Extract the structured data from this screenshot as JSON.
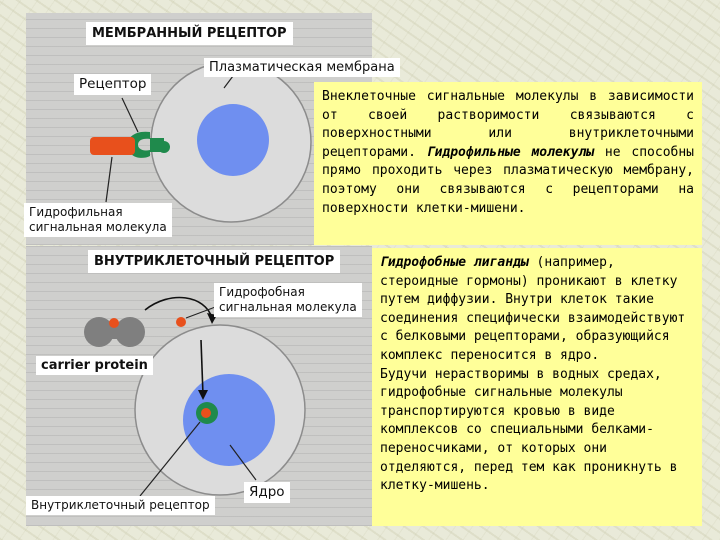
{
  "colors": {
    "background": "#e9ead9",
    "panel": "#cfcfcd",
    "textbox": "#ffff99",
    "cell": "#dcdcdc",
    "nucleus": "#6f8ff0",
    "ligand": "#e8501c",
    "receptor": "#1f8a4c"
  },
  "top": {
    "title": "МЕМБРАННЫЙ РЕЦЕПТОР",
    "membrane_label": "Плазматическая мембрана",
    "receptor_label": "Рецептор",
    "ligand_label_1": "Гидрофильная",
    "ligand_label_2": "сигнальная молекула",
    "text": {
      "part1": "Внеклеточные сигнальные молекулы в зависимости от своей растворимости связываются с поверхностными или внутриклеточными рецепторами. ",
      "emph": "Гидрофильные молекулы",
      "part2": " не способны прямо проходить через плазматическую мембрану, поэтому они связываются с рецепторами на поверхности клетки-мишени."
    }
  },
  "bottom": {
    "title": "ВНУТРИКЛЕТОЧНЫЙ РЕЦЕПТОР",
    "ligand_label_1": "Гидрофобная",
    "ligand_label_2": "сигнальная молекула",
    "carrier_label": "carrier protein",
    "nucleus_label": "Ядро",
    "receptor_label": "Внутриклеточный рецептор",
    "text": {
      "emph": "Гидрофобные лиганды",
      "part1": " (например, стероидные гормоны) проникают в клетку путем диффузии. Внутри клеток такие соединения специфически взаимодействуют с белковыми рецепторами, образующийся комплекс переносится в ядро.",
      "part2": "Будучи нерастворимы в водных средах, гидрофобные сигнальные молекулы транспортируются кровью в виде комплексов со специальными белками-переносчиками, от которых они отделяются, перед тем как проникнуть в клетку-мишень."
    }
  }
}
